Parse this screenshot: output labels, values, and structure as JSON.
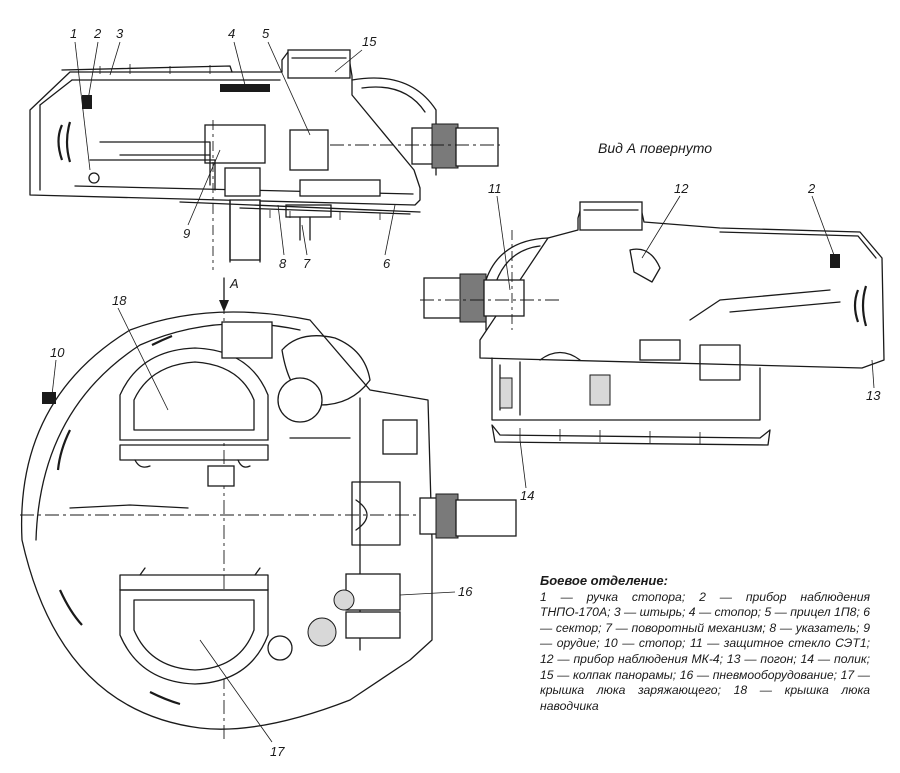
{
  "view_label": "Вид А повернуто",
  "arrow_label": "А",
  "callouts": [
    "1",
    "2",
    "3",
    "4",
    "5",
    "6",
    "7",
    "8",
    "9",
    "10",
    "11",
    "12",
    "13",
    "14",
    "15",
    "16",
    "17",
    "18"
  ],
  "legend": {
    "title": "Боевое отделение:",
    "body": "1 — ручка стопора; 2 — прибор наблюдения ТНПО-170А; 3 — штырь; 4 — стопор; 5 — прицел 1П8; 6 — сектор; 7 — поворотный механизм; 8 — указатель; 9 — орудие; 10 — стопор; 11 — защитное стекло СЭТ1; 12 — прибор наблюдения МК-4; 13 — погон; 14 — полик; 15 — колпак панорамы; 16 — пневмооборудование; 17 — крышка люка заряжающего; 18 — крышка люка наводчика"
  }
}
